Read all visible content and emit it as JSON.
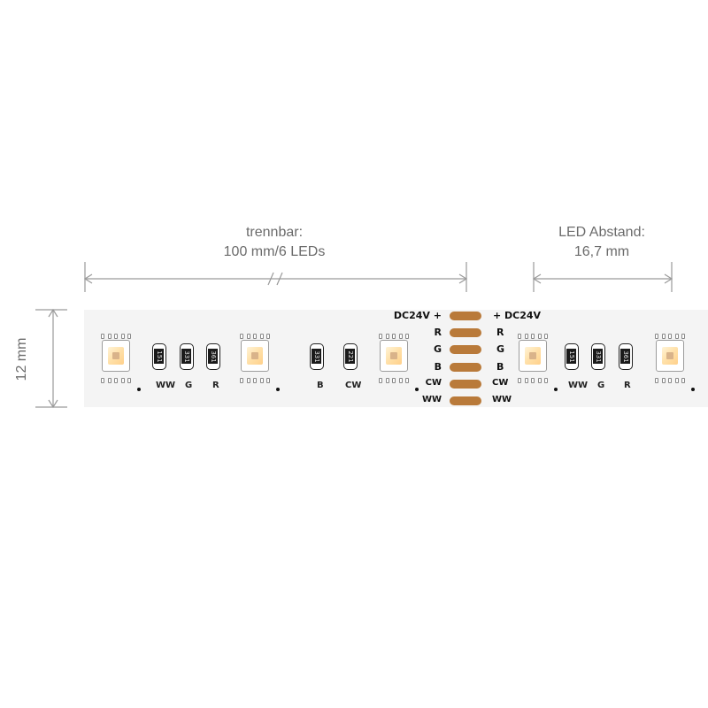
{
  "labels": {
    "cut_title": "trennbar:",
    "cut_value": "100 mm/6 LEDs",
    "spacing_title": "LED Abstand:",
    "spacing_value": "16,7 mm",
    "height": "12 mm"
  },
  "pads": {
    "left": [
      "DC24V +",
      "R",
      "G",
      "B",
      "CW",
      "WW"
    ],
    "right": [
      "+ DC24V",
      "R",
      "G",
      "B",
      "CW",
      "WW"
    ]
  },
  "resistors": [
    {
      "code": "151",
      "channel": "WW"
    },
    {
      "code": "331",
      "channel": "G"
    },
    {
      "code": "361",
      "channel": "R"
    },
    {
      "code": "331",
      "channel": "B"
    },
    {
      "code": "221",
      "channel": "CW"
    },
    {
      "code": "151",
      "channel": "WW"
    },
    {
      "code": "331",
      "channel": "G"
    },
    {
      "code": "361",
      "channel": "R"
    }
  ],
  "colors": {
    "strip": "#f4f4f4",
    "pad": "#b97a3a",
    "dimension_line": "#9a9a9a",
    "label_text": "#6b6b6b"
  }
}
